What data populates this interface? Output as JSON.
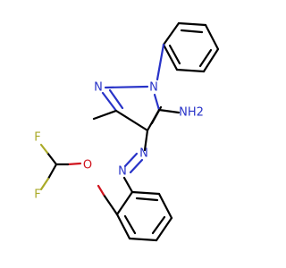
{
  "molecule": {
    "colors": {
      "carbon_bond": "#000000",
      "nitrogen": "#2833c8",
      "oxygen": "#d0141e",
      "fluorine": "#aaaa28",
      "background": "#ffffff"
    },
    "labels": {
      "pyrazole_n2": "N",
      "pyrazole_n1": "N",
      "amine": "NH2",
      "azo_n_upper": "N",
      "azo_n_lower": "N",
      "ether_o": "O",
      "fluorine_upper": "F",
      "fluorine_lower": "F"
    }
  }
}
